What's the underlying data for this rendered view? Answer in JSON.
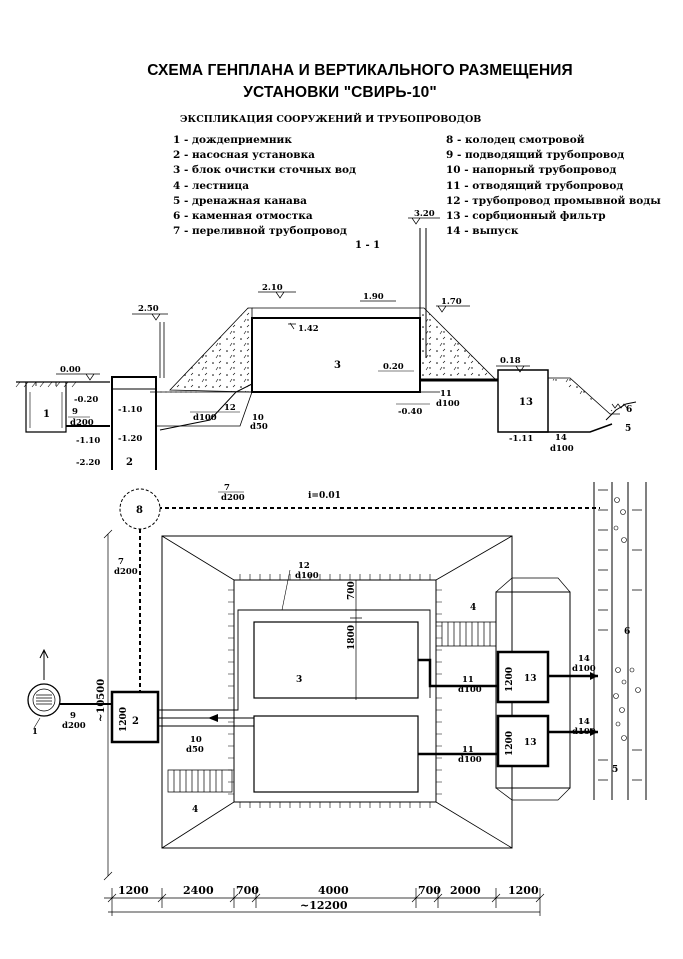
{
  "title_line1": "СХЕМА ГЕНПЛАНА И ВЕРТИКАЛЬНОГО РАЗМЕЩЕНИЯ",
  "title_line2": "УСТАНОВКИ \"СВИРЬ-10\"",
  "explication_heading": "ЭКСПЛИКАЦИЯ СООРУЖЕНИЙ И ТРУБОПРОВОДОВ",
  "legend_left": [
    "1 - дождеприемник",
    "2 - насосная установка",
    "3 - блок очистки сточных вод",
    "4 - лестница",
    "5 - дренажная канава",
    "6 - каменная отмостка",
    "7 - переливной трубопровод"
  ],
  "legend_right": [
    "8 - колодец смотровой",
    "9 - подводящий трубопровод",
    "10 - напорный трубопровод",
    "11 - отводящий трубопровод",
    "12 -  трубопровод промывной воды",
    "13 - сорбционный фильтр",
    "14 - выпуск"
  ],
  "section": {
    "label": "1 - 1",
    "elevations": {
      "e320": "3.20",
      "e250": "2.50",
      "e210": "2.10",
      "e190": "1.90",
      "e170": "1.70",
      "e142": "1.42",
      "e000": "0.00",
      "e020": "0.20",
      "e018": "0.18",
      "m020": "-0.20",
      "m110a": "-1.10",
      "m110b": "-1.10",
      "m120": "-1.20",
      "m220": "-2.20",
      "m040": "-0.40",
      "m111": "-1.11"
    },
    "marks": {
      "n1": "1",
      "n2": "2",
      "n3": "3",
      "n5": "5",
      "n6": "6",
      "n13": "13",
      "p9": "9",
      "d9": "d200",
      "p10": "10",
      "d10": "d50",
      "p11": "11",
      "d11": "d100",
      "p12": "12",
      "d12": "d100",
      "p14": "14",
      "d14": "d100"
    }
  },
  "plan": {
    "n8": "8",
    "p7": "7",
    "d7": "d200",
    "slope": "i=0.01",
    "p7v": "7",
    "d7v": "d200",
    "dim_10500": "~10500",
    "n1": "1",
    "p9": "9",
    "d9": "d200",
    "n2": "2",
    "dim_1200_pump": "1200",
    "p10": "10",
    "d10": "d50",
    "p12": "12",
    "d12": "d100",
    "dim_700_top": "700",
    "dim_1800": "1800",
    "n3": "3",
    "n4a": "4",
    "n4b": "4",
    "p11a": "11",
    "d11a": "d100",
    "p11b": "11",
    "d11b": "d100",
    "n13a": "13",
    "n13b": "13",
    "dim_1200_fa": "1200",
    "dim_1200_fb": "1200",
    "p14a": "14",
    "d14a": "d100",
    "p14b": "14",
    "d14b": "d100",
    "n5": "5",
    "n6": "6",
    "dims_bottom": [
      "1200",
      "2400",
      "700",
      "4000",
      "700",
      "2000",
      "1200"
    ],
    "dim_total": "~12200"
  }
}
